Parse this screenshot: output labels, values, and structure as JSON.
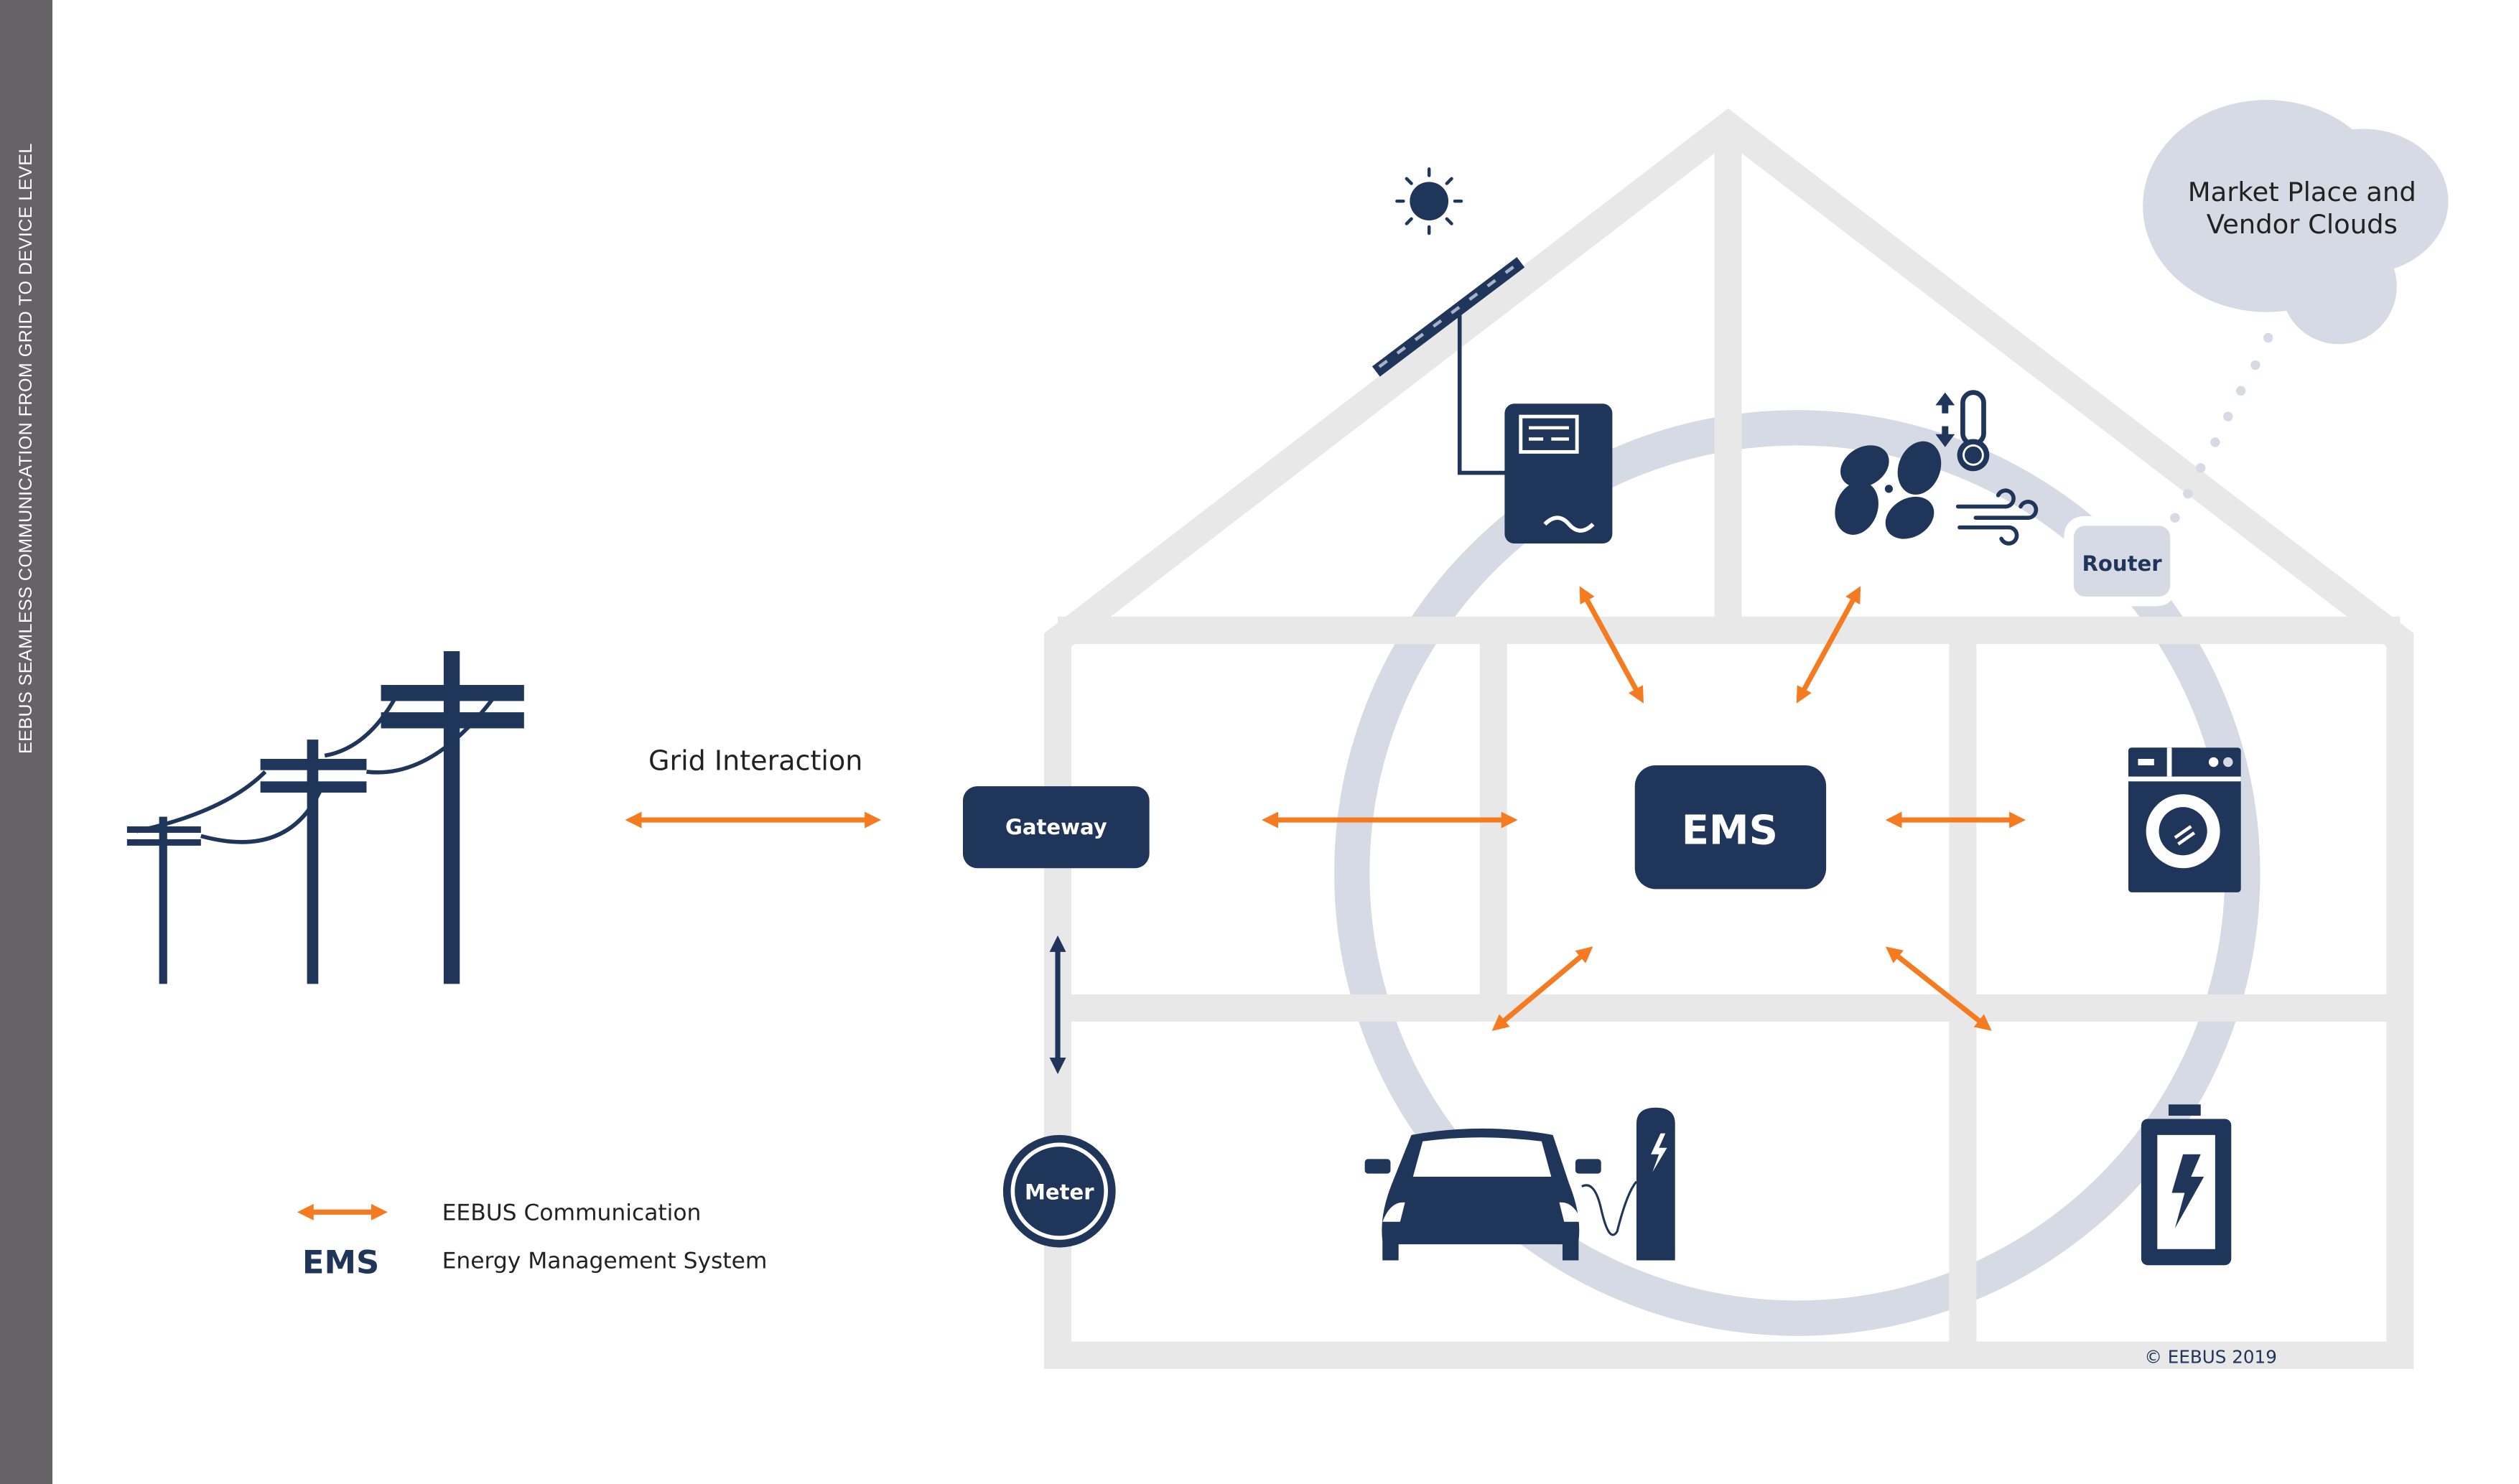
{
  "sidebar": {
    "title": "EEBUS SEAMLESS COMMUNICATION FROM GRID TO DEVICE LEVEL"
  },
  "colors": {
    "navy": "#1F3559",
    "orange": "#F47B20",
    "wall": "#E8E8E8",
    "cloud": "#D5DAE4",
    "sidebar": "#656366"
  },
  "grid": {
    "label": "Grid Interaction"
  },
  "nodes": {
    "gateway": "Gateway",
    "ems": "EMS",
    "meter": "Meter",
    "router": "Router",
    "cloud_line1": "Market Place and",
    "cloud_line2": "Vendor Clouds"
  },
  "devices": {
    "pv": "solar-panel-inverter",
    "hvac": "fan-thermostat",
    "washer": "washing-machine",
    "ev": "electric-car-charger",
    "battery": "battery-storage",
    "grid": "power-poles"
  },
  "legend": {
    "arrow_label": "EEBUS Communication",
    "ems_abbr": "EMS",
    "ems_label": "Energy Management System"
  },
  "footer": {
    "copyright": "© EEBUS 2019"
  }
}
